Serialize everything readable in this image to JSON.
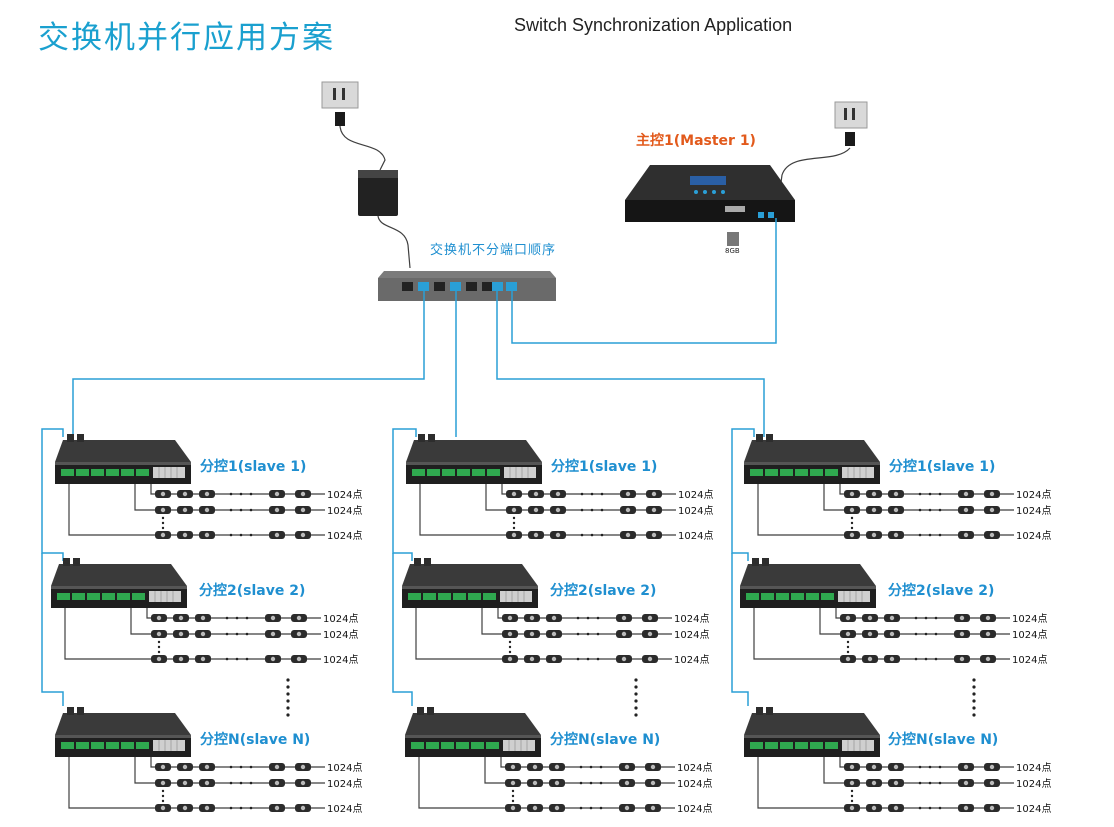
{
  "title_cn": "交换机并行应用方案",
  "title_en": "Switch Synchronization Application",
  "switch_label": "交换机不分端口顺序",
  "master_label": "主控1(Master 1)",
  "sd_label": "8GB",
  "slave_labels": [
    "分控1(slave 1)",
    "分控2(slave 2)",
    "分控N(slave N)"
  ],
  "pixel_label": "1024点",
  "colors": {
    "title": "#1aa0cf",
    "cable": "#2a9fd6",
    "master_label": "#e25a1c"
  }
}
